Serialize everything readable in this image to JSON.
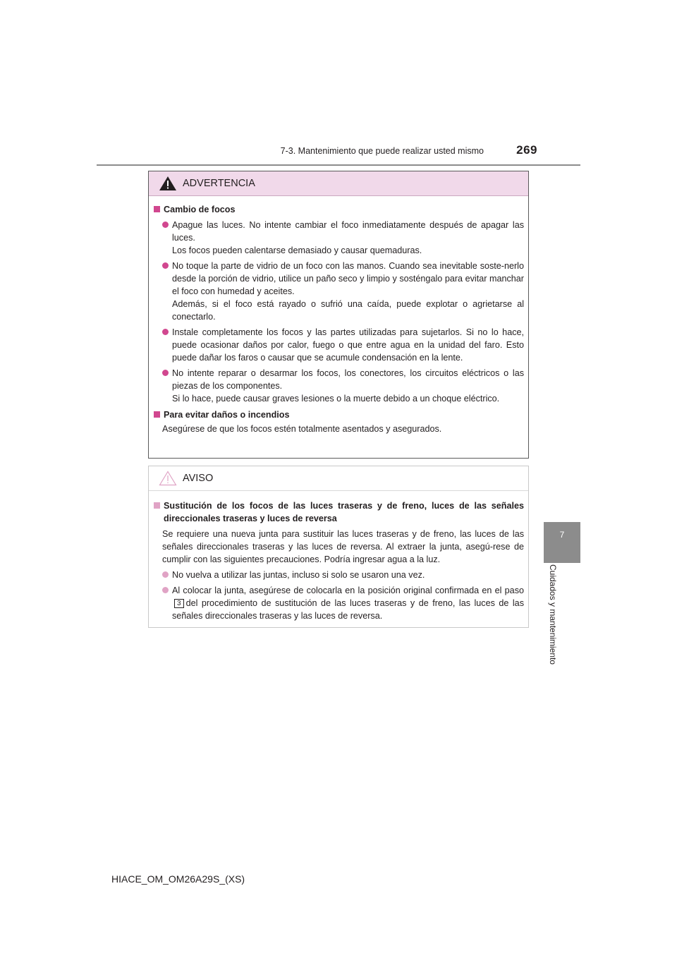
{
  "header": {
    "section": "7-3. Mantenimiento que puede realizar usted mismo",
    "page_number": "269"
  },
  "side_tab": {
    "number": "7",
    "label": "Cuidados y mantenimiento"
  },
  "warning": {
    "title": "ADVERTENCIA",
    "sections": [
      {
        "heading": "Cambio de focos",
        "bullets": [
          [
            "Apague las luces. No intente cambiar el foco inmediatamente después de apagar las luces.",
            "Los focos pueden calentarse demasiado y causar quemaduras."
          ],
          [
            "No toque la parte de vidrio de un foco con las manos. Cuando sea inevitable soste-nerlo desde la porción de vidrio, utilice un paño seco y limpio y sosténgalo para evitar manchar el foco con humedad y aceites.",
            "Además, si el foco está rayado o sufrió una caída, puede explotar o agrietarse al conectarlo."
          ],
          [
            "Instale completamente los focos y las partes utilizadas para sujetarlos. Si no lo hace, puede ocasionar daños por calor, fuego o que entre agua en la unidad del faro. Esto puede dañar los faros o causar que se acumule condensación en la lente."
          ],
          [
            "No intente reparar o desarmar los focos, los conectores, los circuitos eléctricos o las piezas de los componentes.",
            "Si lo hace, puede causar graves lesiones o la muerte debido a un choque eléctrico."
          ]
        ]
      },
      {
        "heading": "Para evitar daños o incendios",
        "text": "Asegúrese de que los focos estén totalmente asentados y asegurados."
      }
    ]
  },
  "notice": {
    "title": "AVISO",
    "heading": "Sustitución de los focos de las luces traseras y de freno, luces de las señales direccionales traseras y luces de reversa",
    "text": "Se requiere una nueva junta para sustituir las luces traseras y de freno, las luces de las señales direccionales traseras y las luces de reversa. Al extraer la junta, asegú-rese de cumplir con las siguientes precauciones. Podría ingresar agua a la luz.",
    "bullet_1": "No vuelva a utilizar las juntas, incluso si solo se usaron una vez.",
    "bullet_2_before": "Al colocar la junta, asegúrese de colocarla en la posición original confirmada en el paso",
    "bullet_2_step": "3",
    "bullet_2_after": "del procedimiento de sustitución de las luces traseras y de freno, las luces de las señales direccionales traseras y las luces de reversa."
  },
  "footer": {
    "code": "HIACE_OM_OM26A29S_(XS)"
  }
}
